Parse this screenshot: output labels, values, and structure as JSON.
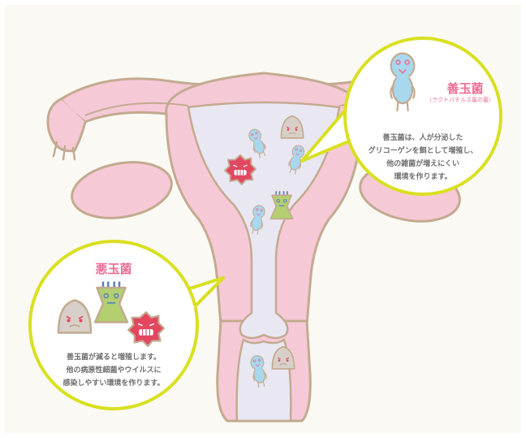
{
  "colors": {
    "background_panel": "#faf9f3",
    "uterus_pink": "#f6c9d7",
    "uterus_inner": "#e9e7f1",
    "outline": "#c3aa90",
    "bubble_border": "#d9e021",
    "accent_pink": "#ec6d93",
    "lactobacillus_blue": "#a8d8ee",
    "bad_grey": "#d8d0c8",
    "bad_green": "#b3cf6f",
    "bad_red": "#e2475f",
    "body_text": "#6e6e6e"
  },
  "good_bubble": {
    "title": "善玉菌",
    "subtitle": "（ラクトバチルス属の菌）",
    "description_lines": [
      "善玉菌は、人が分泌した",
      "グリコーゲンを餌として増殖し、",
      "他の雑菌が増えにくい",
      "環境を作ります。"
    ],
    "icon": "lactobacillus-icon"
  },
  "bad_bubble": {
    "title": "悪玉菌",
    "description_lines": [
      "善玉菌が減ると増殖します。",
      "他の病原性細菌やウイルスに",
      "感染しやすい環境を作ります。"
    ],
    "icons": [
      "grey-bacterium-icon",
      "green-bacterium-icon",
      "red-bacterium-icon"
    ]
  }
}
